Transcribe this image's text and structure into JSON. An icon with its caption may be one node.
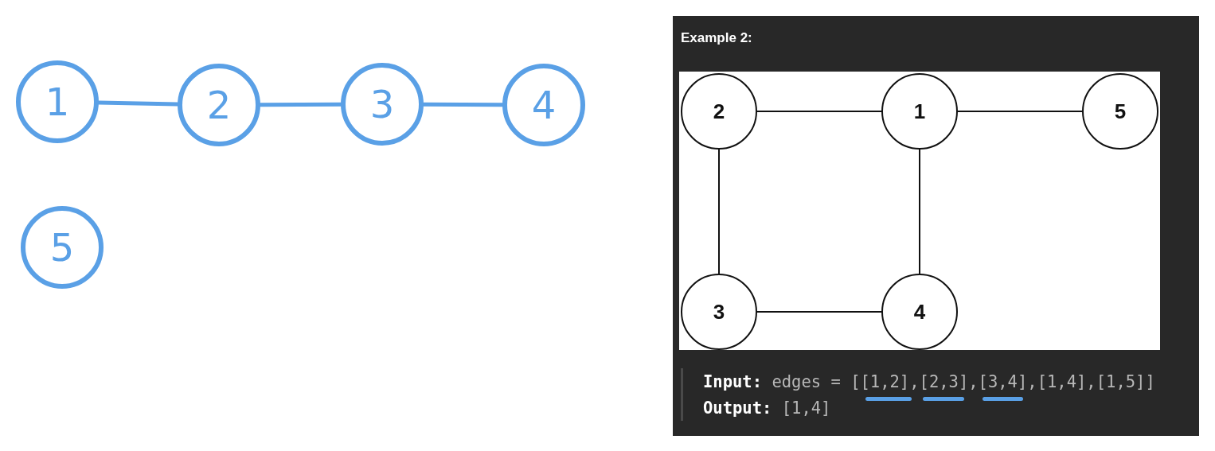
{
  "diagram": {
    "nodes": [
      {
        "text": [
          "1"
        ]
      },
      {
        "text": [
          "2"
        ]
      },
      {
        "text": [
          "3"
        ]
      },
      {
        "text": [
          "4"
        ]
      },
      {
        "text": [
          "5"
        ]
      },
      {
        "text": [
          "Example 2:"
        ]
      },
      {
        "text": [],
        "shape": "box",
        "in": 5
      },
      {
        "text": [
          "2"
        ],
        "in": 6
      },
      {
        "text": [
          "1"
        ],
        "in": 6
      },
      {
        "text": [
          "5"
        ],
        "in": 6
      },
      {
        "text": [
          "3"
        ],
        "in": 6
      },
      {
        "text": [
          "4"
        ],
        "in": 6
      }
    ],
    "edges": [
      {
        "from": 0,
        "to": 1,
        "arrow": "none",
        "style": "thick",
        "color": "#5aa0e6"
      },
      {
        "from": 1,
        "to": 2,
        "arrow": "none",
        "style": "thick",
        "color": "#5aa0e6"
      },
      {
        "from": 2,
        "to": 3,
        "arrow": "none",
        "style": "thick",
        "color": "#5aa0e6"
      },
      {
        "from": 7,
        "to": 8,
        "arrow": "none"
      },
      {
        "from": 8,
        "to": 9,
        "arrow": "none"
      },
      {
        "from": 7,
        "to": 10,
        "arrow": "none"
      },
      {
        "from": 8,
        "to": 11,
        "arrow": "none"
      },
      {
        "from": 10,
        "to": 11,
        "arrow": "none"
      }
    ],
    "labels": [
      "**Input:** edges = [[1,2],[2,3],[3,4],[1,4],[1,5]]",
      "**Output:** [1,4]"
    ]
  }
}
